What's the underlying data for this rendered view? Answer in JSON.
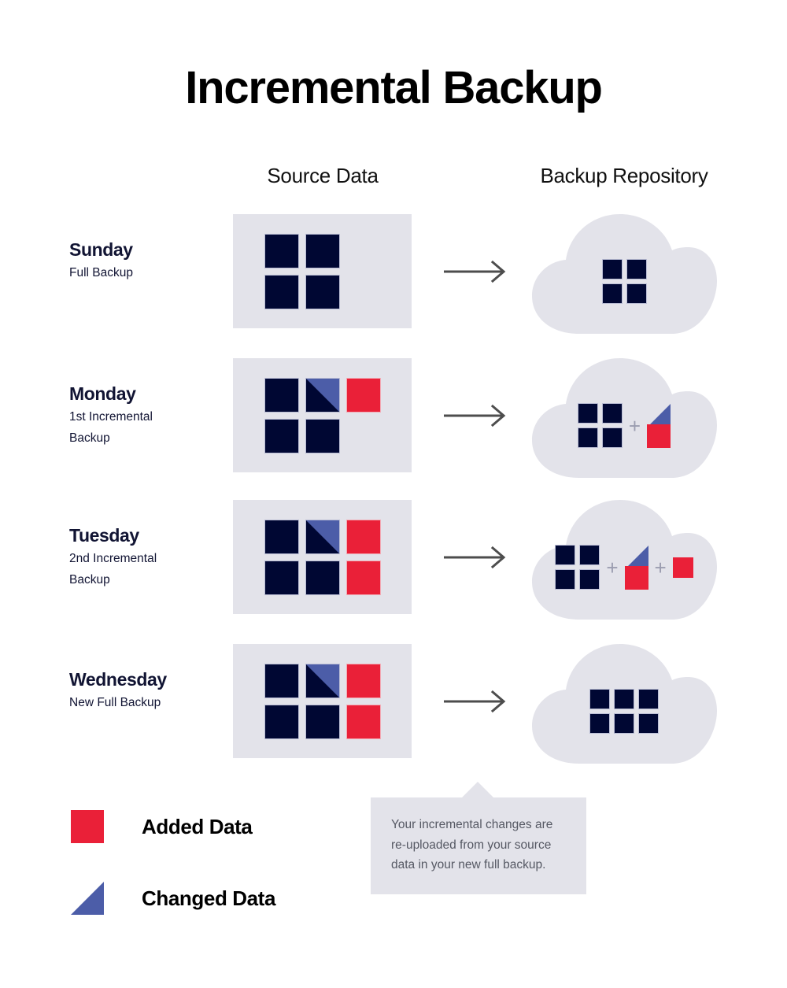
{
  "title": "Incremental Backup",
  "columns": {
    "source": "Source Data",
    "repository": "Backup Repository"
  },
  "colors": {
    "navy": "#000733",
    "red": "#ea2038",
    "blue": "#4c5da8",
    "panel_gray": "#e3e3ea",
    "arrow_gray": "#4d4d4d",
    "plus_gray": "#9b9db0",
    "text_dark": "#111433",
    "callout_text": "#555863"
  },
  "rows": [
    {
      "day": "Sunday",
      "description": "Full Backup",
      "source_tiles": [
        "navy",
        "navy",
        "empty",
        "navy",
        "navy",
        "empty"
      ],
      "arrow": "arrow-right-icon",
      "cloud": {
        "grid": [
          "navy",
          "navy",
          "navy",
          "navy"
        ],
        "grid_columns": 2,
        "extras": []
      }
    },
    {
      "day": "Monday",
      "description": "1st Incremental Backup",
      "source_tiles": [
        "navy",
        "split",
        "red",
        "navy",
        "navy",
        "empty"
      ],
      "arrow": "arrow-right-icon",
      "cloud": {
        "grid": [
          "navy",
          "navy",
          "navy",
          "navy"
        ],
        "grid_columns": 2,
        "extras": [
          {
            "plus": "+",
            "stack": [
              "triangle-blue",
              "red"
            ]
          }
        ]
      }
    },
    {
      "day": "Tuesday",
      "description": "2nd Incremental Backup",
      "source_tiles": [
        "navy",
        "split",
        "red",
        "navy",
        "navy",
        "red"
      ],
      "arrow": "arrow-right-icon",
      "cloud": {
        "grid": [
          "navy",
          "navy",
          "navy",
          "navy"
        ],
        "grid_columns": 2,
        "extras": [
          {
            "plus": "+",
            "stack": [
              "triangle-blue",
              "red"
            ]
          },
          {
            "plus": "+",
            "stack": [
              "red"
            ]
          }
        ]
      }
    },
    {
      "day": "Wednesday",
      "description": "New Full Backup",
      "source_tiles": [
        "navy",
        "split",
        "red",
        "navy",
        "navy",
        "red"
      ],
      "arrow": "arrow-right-icon",
      "cloud": {
        "grid": [
          "navy",
          "navy",
          "navy",
          "navy",
          "navy",
          "navy"
        ],
        "grid_columns": 3,
        "extras": []
      }
    }
  ],
  "callout": {
    "text": "Your incremental changes are re-uploaded from your source data in your new full backup."
  },
  "legend": [
    {
      "swatch": "red-square",
      "label": "Added Data"
    },
    {
      "swatch": "blue-triangle",
      "label": "Changed Data"
    }
  ]
}
